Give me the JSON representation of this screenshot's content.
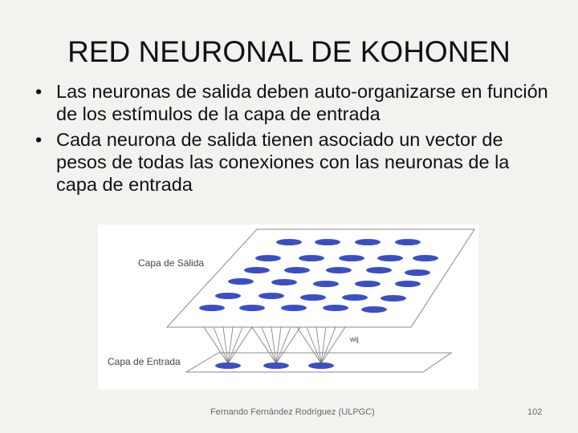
{
  "slide": {
    "title": "RED NEURONAL DE KOHONEN",
    "bullets": [
      "Las neuronas de salida deben auto-organizarse en función de los estímulos de la capa de entrada",
      "Cada neurona de salida tienen asociado un vector de pesos de todas las conexiones con las neuronas de la capa de entrada"
    ]
  },
  "figure": {
    "output_layer_label": "Capa de Sálida",
    "input_layer_label": "Capa de Entrada",
    "weight_label": "wij",
    "neuron_color": "#3b4fc4"
  },
  "footer": {
    "author": "Fernando Fernández Rodríguez (ULPGC)",
    "page_number": "102"
  }
}
